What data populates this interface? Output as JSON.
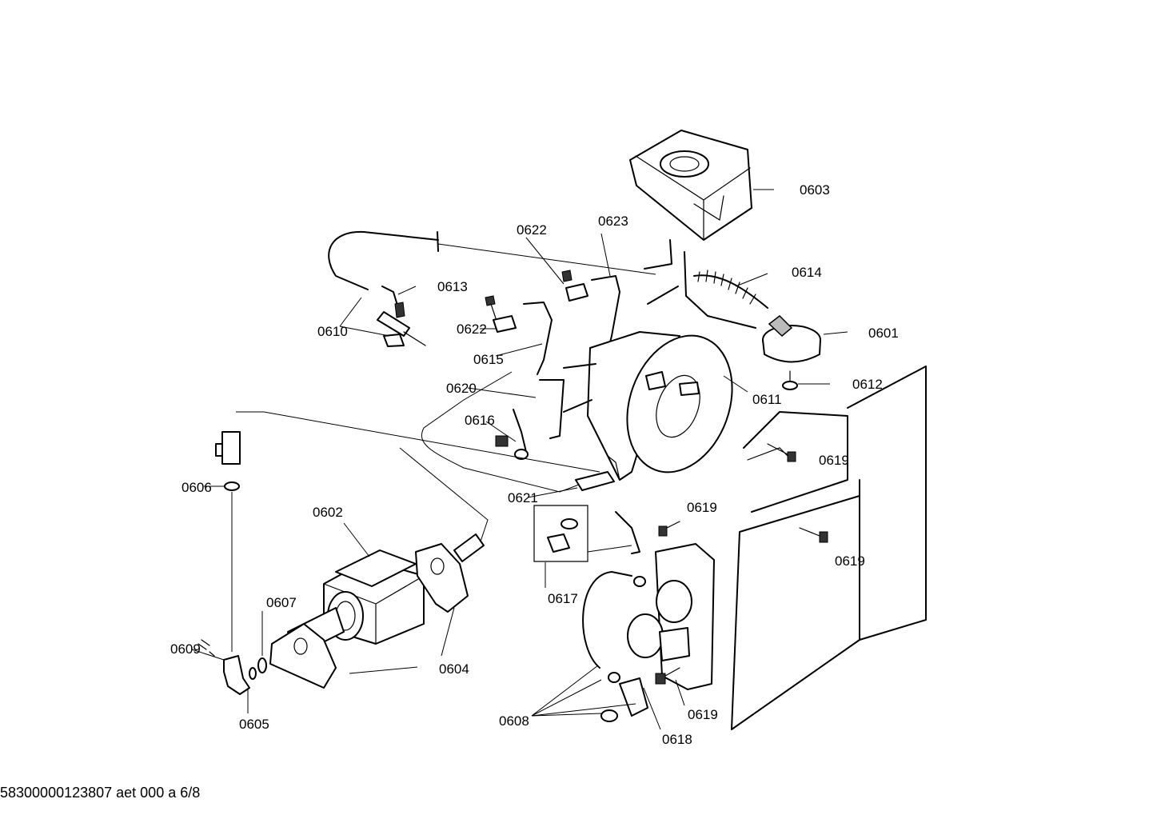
{
  "diagram": {
    "parts": [
      {
        "id": "0601"
      },
      {
        "id": "0602"
      },
      {
        "id": "0603"
      },
      {
        "id": "0604"
      },
      {
        "id": "0605"
      },
      {
        "id": "0606"
      },
      {
        "id": "0607"
      },
      {
        "id": "0608"
      },
      {
        "id": "0609"
      },
      {
        "id": "0610"
      },
      {
        "id": "0611"
      },
      {
        "id": "0612"
      },
      {
        "id": "0613"
      },
      {
        "id": "0614"
      },
      {
        "id": "0615"
      },
      {
        "id": "0616"
      },
      {
        "id": "0617"
      },
      {
        "id": "0618"
      },
      {
        "id": "0619"
      },
      {
        "id": "0620"
      },
      {
        "id": "0621"
      },
      {
        "id": "0622"
      },
      {
        "id": "0623"
      }
    ]
  },
  "footer": {
    "text": "58300000123807 aet 000 a 6/8"
  }
}
